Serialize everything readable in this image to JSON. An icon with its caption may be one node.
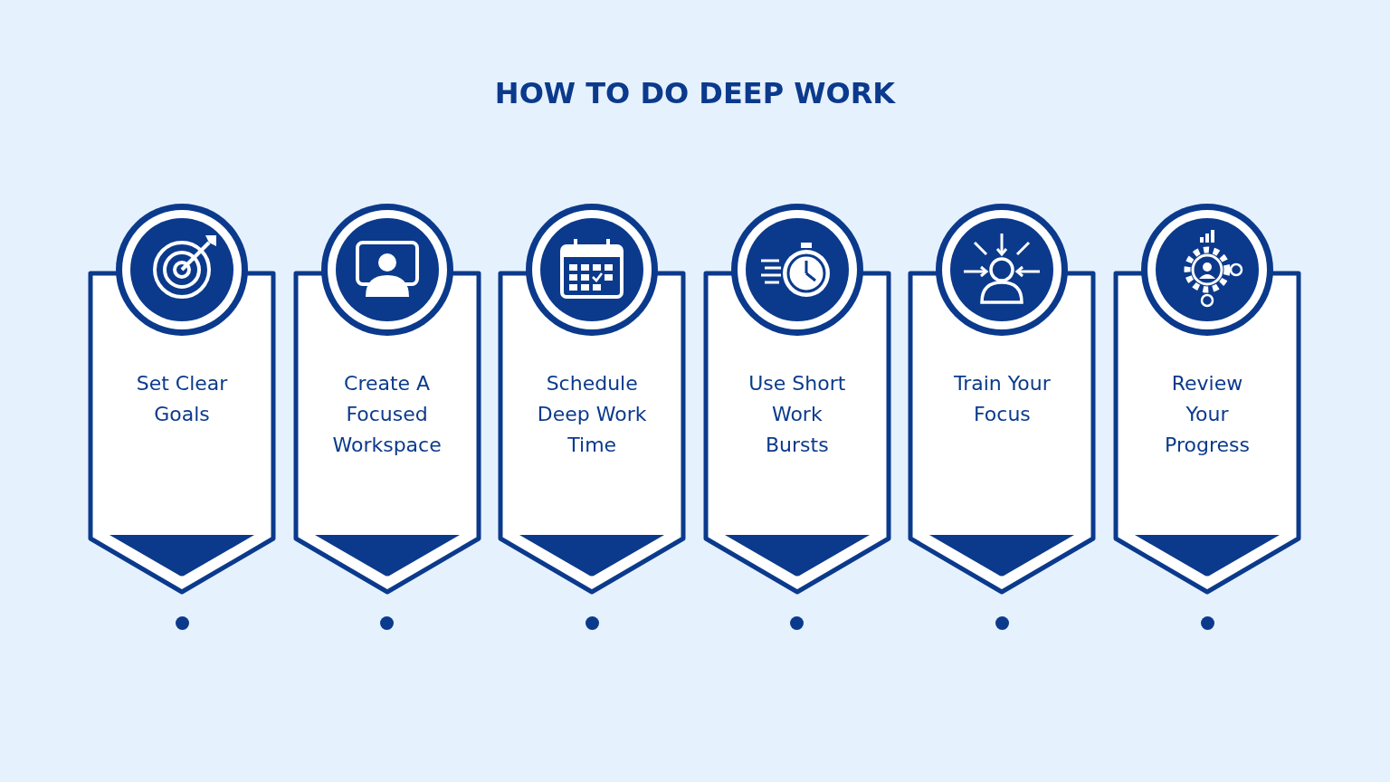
{
  "diagram": {
    "title": "HOW TO DO DEEP WORK",
    "nodes": [
      {
        "text": [
          "Set Clear Goals"
        ]
      },
      {
        "text": [
          "Create A Focused Workspace"
        ]
      },
      {
        "text": [
          "Schedule Deep Work Time"
        ]
      },
      {
        "text": [
          "Use Short Work Bursts"
        ]
      },
      {
        "text": [
          "Train Your Focus"
        ]
      },
      {
        "text": [
          "Review Your Progress"
        ]
      }
    ],
    "edges": []
  }
}
